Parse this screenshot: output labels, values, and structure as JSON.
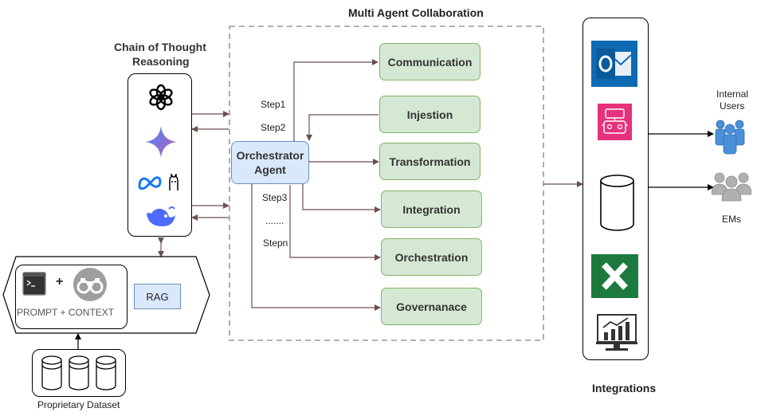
{
  "title": "Multi Agent Collaboration",
  "cot": {
    "title_line1": "Chain of Thought",
    "title_line2": "Reasoning",
    "icons": [
      "openai-icon",
      "gemini-icon",
      "meta-icon",
      "llama-icon",
      "deepseek-icon"
    ]
  },
  "orchestrator": {
    "line1": "Orchestrator",
    "line2": "Agent"
  },
  "steps": {
    "step1": "Step1",
    "step2": "Step2",
    "step3": "Step3",
    "dots": ".......",
    "stepn": "Stepn"
  },
  "agents": [
    "Communication",
    "Injestion",
    "Transformation",
    "Integration",
    "Orchestration",
    "Governanace"
  ],
  "rag": {
    "prompt_context": "PROMPT + CONTEXT",
    "plus": "+",
    "rag_label": "RAG"
  },
  "dataset": {
    "label": "Proprietary Dataset"
  },
  "integrations": {
    "label": "Integrations",
    "icons": [
      "outlook-icon",
      "bot-icon",
      "database-icon",
      "excel-icon",
      "analytics-icon"
    ]
  },
  "users": {
    "internal_line1": "Internal",
    "internal_line2": "Users",
    "ems": "EMs"
  },
  "colors": {
    "agent_fill": "#d5e8d4",
    "agent_border": "#82b366",
    "orch_fill": "#dae8fc",
    "orch_border": "#6c8ebf",
    "arrow": "#6b4f4f",
    "outlook_blue": "#0f6ab4",
    "bot_pink": "#e6317c",
    "excel_green": "#1d7a3e"
  }
}
